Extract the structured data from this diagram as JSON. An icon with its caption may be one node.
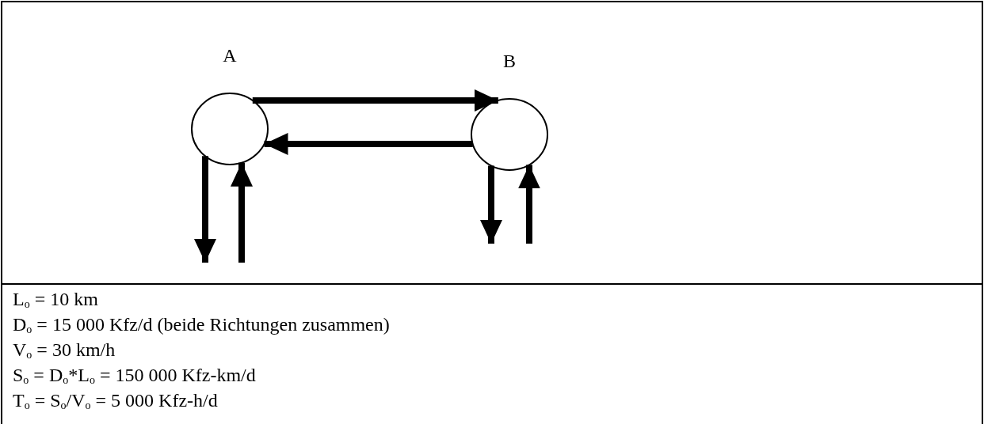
{
  "diagram": {
    "nodes": [
      {
        "text": [
          "A"
        ]
      },
      {
        "text": [
          "B"
        ]
      }
    ],
    "edges": [
      {
        "from": 0,
        "to": 1,
        "arrow": "to"
      },
      {
        "from": 1,
        "to": 0,
        "arrow": "to"
      },
      {
        "from": 0,
        "to": null,
        "arrow": "to"
      },
      {
        "from": null,
        "to": 0,
        "arrow": "to"
      },
      {
        "from": 1,
        "to": null,
        "arrow": "to"
      },
      {
        "from": null,
        "to": 1,
        "arrow": "to"
      }
    ],
    "labels": [
      "L$_{o}$ = 10 km",
      "D$_{o}$ = 15 000 Kfz/d (beide Richtungen zusammen)",
      "V$_{o}$ = 30 km/h",
      "S$_{o}$ = D$_{o}$*L$_{o}$ = 150 000 Kfz-km/d",
      "T$_{o}$ = S$_{o}$/V$_{o}$ = 5 000 Kfz-h/d"
    ]
  }
}
